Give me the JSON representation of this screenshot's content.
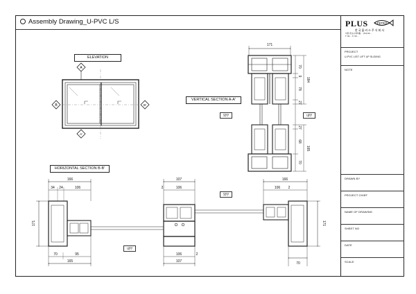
{
  "header": {
    "title": "Assembly Drawing_U-PVC L/S"
  },
  "title_block": {
    "logo_text": "PLUS",
    "logo_mark": "PETRO",
    "company_korean": "한 국 플 러 스 주 식 회 사",
    "address_line1": "서울 강남구 대치동 ... (Tel) 02-...",
    "address_line2": "T: 02-... F: 02-...",
    "project_label": "PROJECT",
    "project_value": "U-PVC LIST LIFT UP SLIDING",
    "note_label": "NOTE",
    "drawn_by_label": "DRAWN BY",
    "project_chief_label": "PROJECT CHIEF",
    "name_of_drawing_label": "NAME OF DRAWING",
    "sheet_no_label": "SHEET NO",
    "date_label": "DATE",
    "scale_label": "SCALE"
  },
  "labels": {
    "elevation": "ELEVATION",
    "vertical_section": "VERTICAL SECTION A-A'",
    "horizontal_section": "HORIZONTAL SECTION B-B'",
    "outside_1": "외부",
    "inside_1": "내부",
    "outside_2": "외부",
    "inside_2": "내부",
    "marker_a_top": "A",
    "marker_a_bottom": "A'",
    "marker_b_left": "B",
    "marker_b_right": "B'"
  },
  "dimensions": {
    "vs_width": "171",
    "vs_70_top": "70",
    "vs_9": "9",
    "vs_78": "78",
    "vs_27_top": "27",
    "vs_184": "184",
    "vs_27_bottom": "27",
    "vs_68": "68",
    "vs_70_bottom": "70",
    "vs_165": "165",
    "hl_166": "166",
    "hl_34": "34",
    "hl_24": "24",
    "hl_106": "106",
    "hl_171": "171",
    "hl_70": "70",
    "hl_95": "95",
    "hl_165": "165",
    "hm_107_top": "107",
    "hm_2_top": "2",
    "hm_106_top": "106",
    "hm_106_bottom": "106",
    "hm_2_bottom": "2",
    "hm_107_bottom": "107",
    "hr_166": "166",
    "hr_106": "106",
    "hr_2": "2",
    "hr_171": "171",
    "hr_70": "70"
  },
  "icons": {
    "section_marker": "section-marker-icon"
  }
}
